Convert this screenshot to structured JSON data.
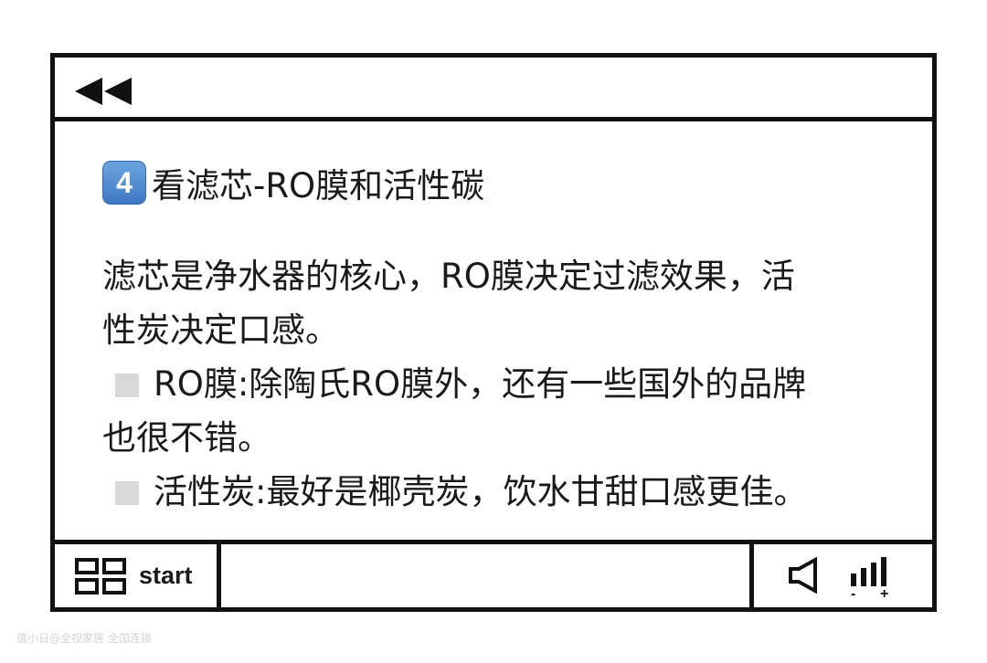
{
  "titlebar": {
    "back_icon": "rewind-icon"
  },
  "content": {
    "heading": {
      "badge": "4",
      "text": "看滤芯-RO膜和活性碳"
    },
    "lines": [
      "滤芯是净水器的核心，RO膜决定过滤效果，活",
      "性炭决定口感。"
    ],
    "bullet1": {
      "icon": "gray-square-icon",
      "line1": "RO膜:除陶氏RO膜外，还有一些国外的品牌",
      "line2": "也很不错。"
    },
    "bullet2": {
      "icon": "gray-square-icon",
      "text": "活性炭:最好是椰壳炭，饮水甘甜口感更佳。"
    }
  },
  "taskbar": {
    "start_icon": "grid-icon",
    "start_label": "start",
    "volume_icon": "speaker-icon",
    "signal_icon": "signal-bars-icon",
    "signal_minus": "-",
    "signal_plus": "+"
  },
  "watermark": "值小日@全视家居 全国连锁",
  "colors": {
    "border": "#111111",
    "badge": "#4a85cf",
    "bullet": "#d9d9d9"
  }
}
